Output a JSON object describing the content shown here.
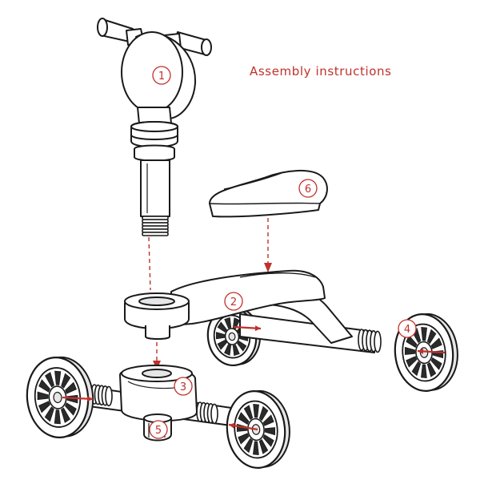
{
  "title": "Assembly instructions",
  "colors": {
    "accent": "#c0312b",
    "outline": "#1a1a1a",
    "fill": "#ffffff",
    "shade": "#e6e6e6"
  },
  "callouts": [
    {
      "number": "1",
      "part": "handlebar-assembly"
    },
    {
      "number": "2",
      "part": "main-frame"
    },
    {
      "number": "3",
      "part": "front-axle-block"
    },
    {
      "number": "4",
      "part": "rear-right-wheel"
    },
    {
      "number": "5",
      "part": "lock-nut"
    },
    {
      "number": "6",
      "part": "seat"
    }
  ]
}
